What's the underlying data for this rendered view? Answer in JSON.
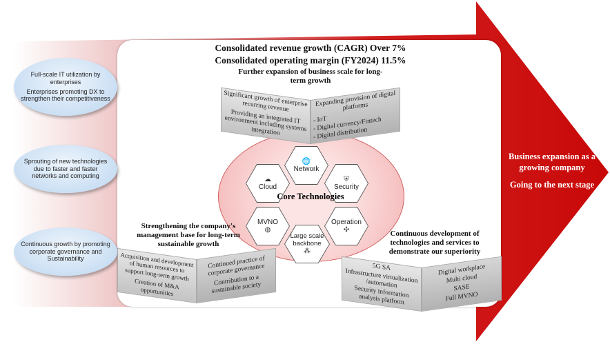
{
  "headline": {
    "line1": "Consolidated revenue growth (CAGR) Over 7%",
    "line2": "Consolidated operating margin (FY2024) 11.5%"
  },
  "drivers": [
    {
      "a": "Full-scale IT utilization by enterprises",
      "b": "Enterprises promoting DX to strengthen their competitiveness"
    },
    {
      "a": "Sprouting of new technologies due to faster and faster networks and computing"
    },
    {
      "a": "Continuous growth by promoting corporate governance and Sustainability"
    }
  ],
  "top_box": {
    "title": "Further expansion of business scale for long-term growth",
    "left": [
      "Significant growth of enterprise recurring revenue",
      "Providing an integrated IT environment including systems integration"
    ],
    "right": [
      "Expanding provision of digital platforms",
      "- IoT",
      "- Digital currency/Fintech",
      "- Digital distribution"
    ]
  },
  "core": {
    "title": "Core Technologies",
    "hexes": [
      {
        "label": "Network",
        "icon": "globe-icon"
      },
      {
        "label": "Cloud",
        "icon": "cloud-icon"
      },
      {
        "label": "Security",
        "icon": "shield-icon"
      },
      {
        "label": "MVNO",
        "icon": "sim-globe-icon"
      },
      {
        "label": "Operation",
        "icon": "network-nodes-icon"
      },
      {
        "label": "Large scale backbone",
        "icon": "hierarchy-icon"
      }
    ]
  },
  "left_box": {
    "title": "Strengthening the company's management base for long-term sustainable growth",
    "left": [
      "Acquisition and development of human resources to support long-term growth",
      "Creation of M&A opportunities"
    ],
    "right": [
      "Continued practice of corporate governance",
      "Contribution to a sustainable society"
    ]
  },
  "right_box": {
    "title": "Continuous development of technologies and services to demonstrate our superiority",
    "left": [
      "5G SA",
      "Infrastructure virtualization /automation",
      "Security information analysis platform"
    ],
    "right": [
      "Digital workplace",
      "Multi cloud",
      "SASE",
      "Full MVNO"
    ]
  },
  "goal": {
    "line1": "Business expansion as a growing company",
    "line2": "Going to the next stage"
  },
  "colors": {
    "arrow": "#d40a0a",
    "ellipse": "#c6dcf2"
  }
}
